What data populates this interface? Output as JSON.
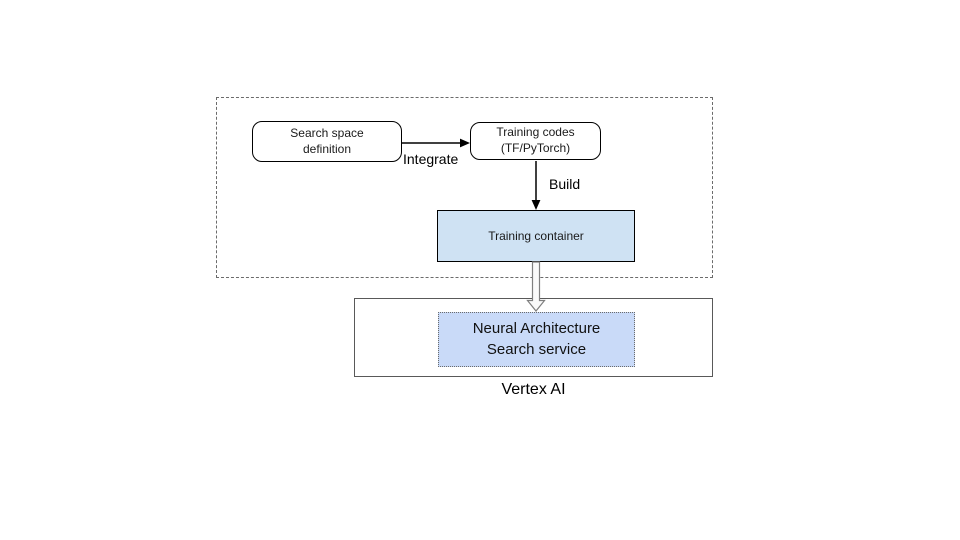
{
  "diagram": {
    "nodes": {
      "search_space": {
        "line1": "Search space",
        "line2": "definition"
      },
      "training_codes": {
        "line1": "Training codes",
        "line2": "(TF/PyTorch)"
      },
      "training_container": {
        "label": "Training container"
      },
      "nas_service": {
        "line1": "Neural Architecture",
        "line2": "Search service"
      },
      "vertex_ai": {
        "label": "Vertex AI"
      }
    },
    "edges": {
      "integrate": {
        "label": "Integrate"
      },
      "build": {
        "label": "Build"
      }
    },
    "colors": {
      "training_container_fill": "#cfe2f3",
      "nas_service_fill": "#c9daf8",
      "node_border": "#000000",
      "group_dashed_border": "#6b6b6b",
      "vertex_box_border": "#595959",
      "hollow_arrow_stroke": "#7f7f7f",
      "hollow_arrow_fill": "#fafafa"
    }
  }
}
